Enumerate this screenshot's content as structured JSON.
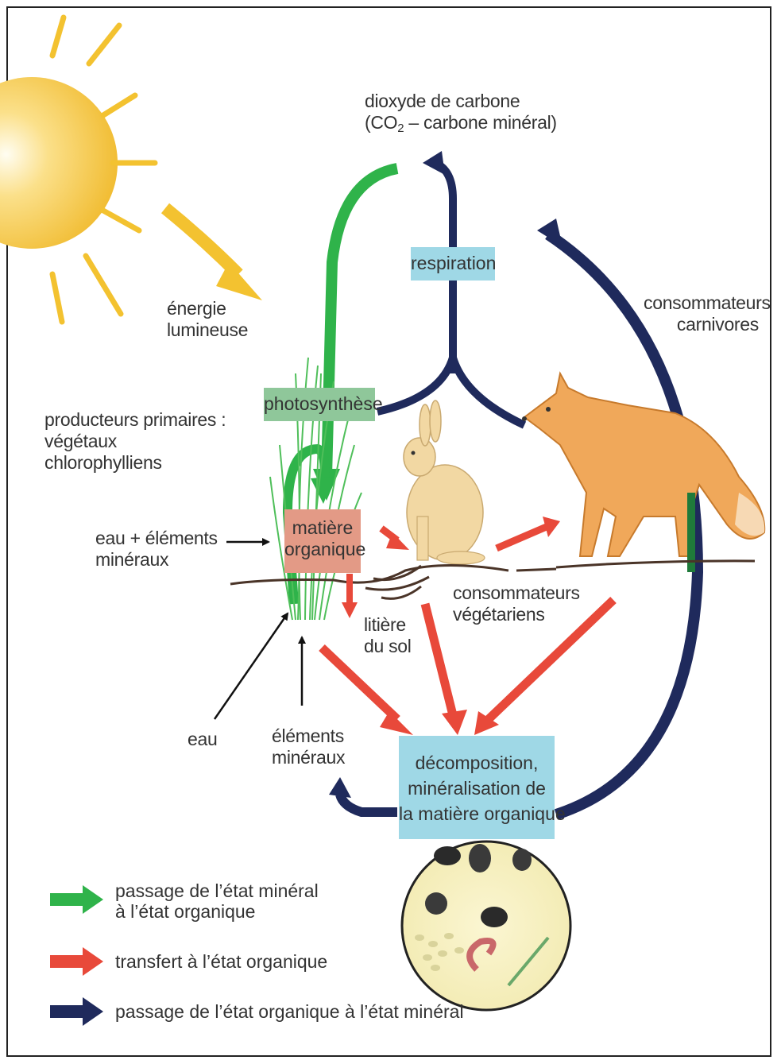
{
  "labels": {
    "co2_line1": "dioxyde de carbone",
    "co2_line2_pre": "(CO",
    "co2_sub": "2",
    "co2_line2_post": " – carbone minéral)",
    "energie_1": "énergie",
    "energie_2": "lumineuse",
    "respiration": "respiration",
    "carnivores_1": "consommateurs",
    "carnivores_2": "carnivores",
    "photosynthese": "photosynthèse",
    "producteurs_1": "producteurs primaires :",
    "producteurs_2": "végétaux",
    "producteurs_3": "chlorophylliens",
    "eau_elements_1": "eau + éléments",
    "eau_elements_2": "minéraux",
    "matiere_1": "matière",
    "matiere_2": "organique",
    "litiere_1": "litière",
    "litiere_2": "du sol",
    "vegetariens_1": "consommateurs",
    "vegetariens_2": "végétariens",
    "eau": "eau",
    "elements_1": "éléments",
    "elements_2": "minéraux",
    "decomp_1": "décomposition,",
    "decomp_2": "minéralisation de",
    "decomp_3": "la matière organique"
  },
  "legend": [
    {
      "color": "#2fb34a",
      "line1": "passage de l’état minéral",
      "line2": "à l’état organique"
    },
    {
      "color": "#e8493a",
      "line1": "transfert à l’état organique",
      "line2": ""
    },
    {
      "color": "#1f2a5c",
      "line1": "passage de l’état organique à l’état minéral",
      "line2": ""
    }
  ],
  "colors": {
    "mineral_to_organic": "#2fb34a",
    "organic_transfer": "#e8493a",
    "organic_to_mineral": "#1f2a5c",
    "sun": "#f3c230",
    "box_blue": "#9fd8e6",
    "box_green": "#8fc79a",
    "box_red": "#e39a86"
  },
  "icons": [
    "sun-icon",
    "rabbit-icon",
    "fox-icon",
    "grass-icon",
    "soil-organisms-icon"
  ]
}
